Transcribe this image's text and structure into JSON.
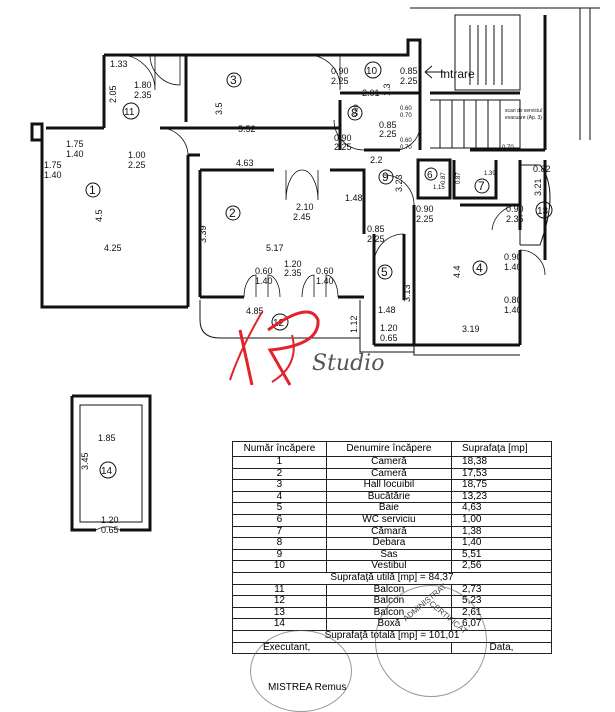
{
  "rooms": [
    {
      "n": "1"
    },
    {
      "n": "2"
    },
    {
      "n": "3"
    },
    {
      "n": "4"
    },
    {
      "n": "5"
    },
    {
      "n": "6"
    },
    {
      "n": "7"
    },
    {
      "n": "8"
    },
    {
      "n": "9"
    },
    {
      "n": "10"
    },
    {
      "n": "11"
    },
    {
      "n": "12"
    },
    {
      "n": "13"
    },
    {
      "n": "14"
    }
  ],
  "dimensions": {
    "d133": "1.33",
    "d180": "1.80",
    "d235a": "2.35",
    "d205": "2.05",
    "d35": "3.5",
    "d552": "5.52",
    "d175a": "1.75",
    "d140a": "1.40",
    "d175b": "1.75",
    "d140b": "1.40",
    "d100": "1.00",
    "d225a": "2.25",
    "d463": "4.63",
    "d45": "4.5",
    "d425": "4.25",
    "d210": "2.10",
    "d245": "2.45",
    "d339": "3.39",
    "d517": "5.17",
    "d120a": "1.20",
    "d235b": "2.35",
    "d060a": "0.60",
    "d140c": "1.40",
    "d060b": "0.60",
    "d140d": "1.40",
    "d485": "4.85",
    "d112": "1.12",
    "d090a": "0.90",
    "d225b": "2.25",
    "d201": "2.01",
    "d085a": "0.85",
    "d225c": "2.25",
    "d13": "1.3",
    "d085b": "0.85",
    "d225d": "2.25",
    "d090b": "0.90",
    "d225e": "2.25",
    "d22": "2.2",
    "d148a": "1.48",
    "d323": "3.23",
    "d115": "1.15",
    "d087a": "0.87",
    "d087b": "0.87",
    "d139": "1.39",
    "d090c": "0.90",
    "d225f": "2.25",
    "d082": "0.82",
    "d321": "3.21",
    "d090d": "0.90",
    "d235c": "2.35",
    "d085c": "0.85",
    "d225g": "2.25",
    "d313": "3.13",
    "d148b": "1.48",
    "d44": "4.4",
    "d090e": "0.90",
    "d140e": "1.40",
    "d080": "0.80",
    "d140f": "1.40",
    "d319": "3.19",
    "d120b": "1.20",
    "d065a": "0.65",
    "d185": "1.85",
    "d345": "3.45",
    "d120c": "1.20",
    "d065b": "0.65",
    "d069": "0.69",
    "d070": "0.70",
    "d060c": "0.60",
    "d070b": "0.70",
    "d060d": "0.60",
    "d070c": "0.70"
  },
  "labels": {
    "intrare": "Intrare",
    "stair_note_1": "scari de serviciu/",
    "stair_note_2": "evacuare (Ap. 3)",
    "watermark": "Studio"
  },
  "table": {
    "headers": [
      "Număr încăpere",
      "Denumire încăpere",
      "Suprafaţa [mp]"
    ],
    "rows": [
      [
        "1",
        "Cameră",
        "18,38"
      ],
      [
        "2",
        "Cameră",
        "17,53"
      ],
      [
        "3",
        "Hall locuibil",
        "18,75"
      ],
      [
        "4",
        "Bucătărie",
        "13,23"
      ],
      [
        "5",
        "Baie",
        "4,63"
      ],
      [
        "6",
        "WC serviciu",
        "1,00"
      ],
      [
        "7",
        "Cămară",
        "1,38"
      ],
      [
        "8",
        "Debara",
        "1,40"
      ],
      [
        "9",
        "Sas",
        "5,51"
      ],
      [
        "10",
        "Vestibul",
        "2,56"
      ]
    ],
    "useful_total": "Suprafaţă utilă [mp] = 84,37",
    "rows2": [
      [
        "11",
        "Balcon",
        "2,73"
      ],
      [
        "12",
        "Balcon",
        "5,23"
      ],
      [
        "13",
        "Balcon",
        "2,61"
      ],
      [
        "14",
        "Boxă",
        "6,07"
      ]
    ],
    "total": "Suprafaţă totală [mp] = 101,01",
    "executant": "Executant,",
    "data": "Data,",
    "name": "MISTREA Remus"
  },
  "stamp_text": {
    "s1": "CERTIFICAT",
    "s2": "ADMINISTRAT"
  }
}
